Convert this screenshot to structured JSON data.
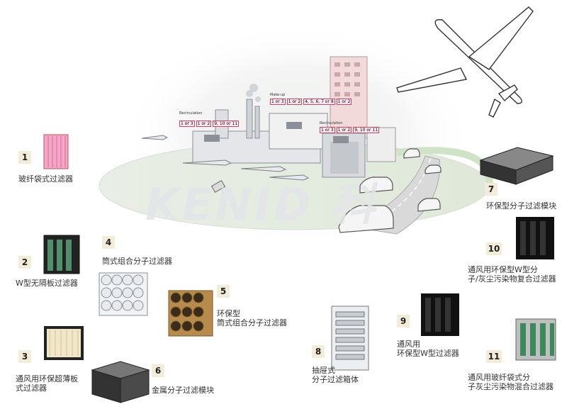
{
  "watermark": "KENID 科",
  "scene": {
    "left_label": "Recirculation",
    "mid_label": "Make-up",
    "right_label": "Recirculation",
    "left_tags": [
      "1 or 3",
      "1 or 2",
      "9, 10 or 11"
    ],
    "mid_tags": [
      "1 or 3",
      "1 or 2",
      "4, 5, 6, 7 or 8",
      "1 or 2"
    ],
    "right_tags": [
      "1 or 3",
      "1 or 2",
      "9, 10 or 11"
    ]
  },
  "products": [
    {
      "num": "1",
      "lines": [
        "玻纤袋式过滤器"
      ]
    },
    {
      "num": "2",
      "lines": [
        "W型无隔板过滤器"
      ]
    },
    {
      "num": "3",
      "lines": [
        "通风用环保超薄板",
        "式过滤器"
      ]
    },
    {
      "num": "4",
      "lines": [
        "筒式组合分子过滤器"
      ]
    },
    {
      "num": "5",
      "lines": [
        "环保型",
        "筒式组合分子过滤器"
      ]
    },
    {
      "num": "6",
      "lines": [
        "金属分子过滤模块"
      ]
    },
    {
      "num": "7",
      "lines": [
        "环保型分子过滤模块"
      ]
    },
    {
      "num": "8",
      "lines": [
        "抽屉式",
        "分子过滤箱体"
      ]
    },
    {
      "num": "9",
      "lines": [
        "通风用",
        "环保型W型过滤器"
      ]
    },
    {
      "num": "10",
      "lines": [
        "通风用环保型W型分",
        "子/灰尘污染物复合过滤器"
      ]
    },
    {
      "num": "11",
      "lines": [
        "通风用玻纤袋式分",
        "子灰尘污染物混合过滤器"
      ]
    }
  ]
}
